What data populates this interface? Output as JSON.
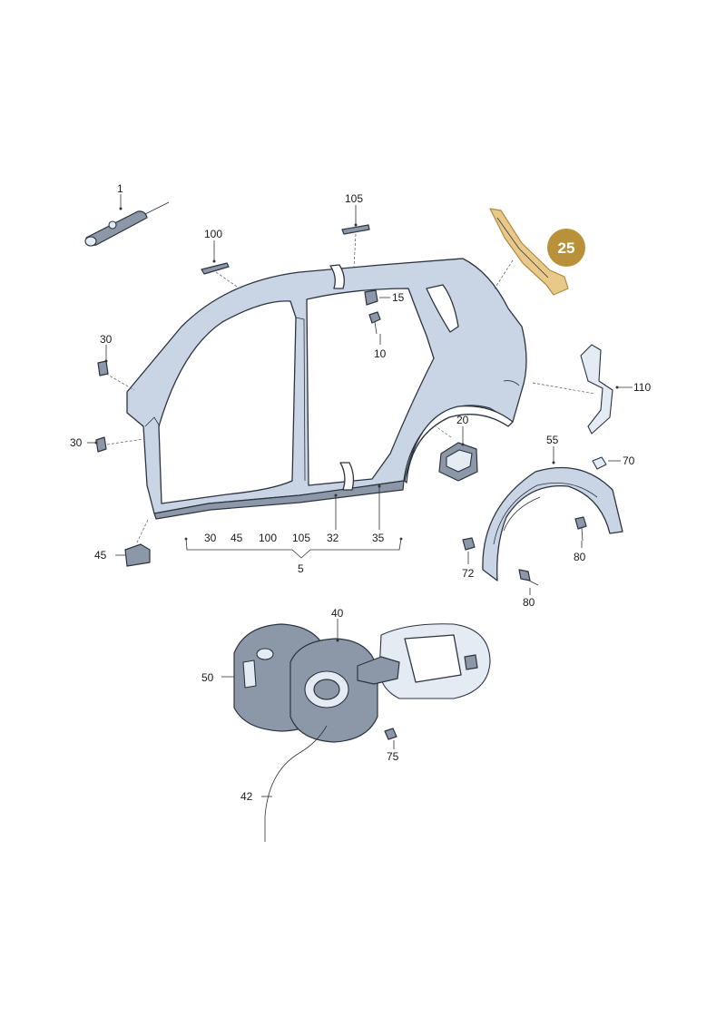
{
  "diagram": {
    "highlighted_part": "25",
    "colors": {
      "part_fill": "#c9d5e4",
      "highlight": "#e9c98a",
      "badge": "#b8913a"
    },
    "labels": {
      "p1": "1",
      "p105_top": "105",
      "p100_top": "100",
      "p15": "15",
      "p10": "10",
      "p30_a": "30",
      "p30_b": "30",
      "p20": "20",
      "p110": "110",
      "p55": "55",
      "p70": "70",
      "p80_a": "80",
      "p80_b": "80",
      "p72": "72",
      "p45": "45",
      "p40": "40",
      "p50": "50",
      "p75": "75",
      "p42": "42"
    },
    "group_5": {
      "items": [
        "30",
        "45",
        "100",
        "105",
        "32",
        "35"
      ],
      "label": "5"
    }
  }
}
